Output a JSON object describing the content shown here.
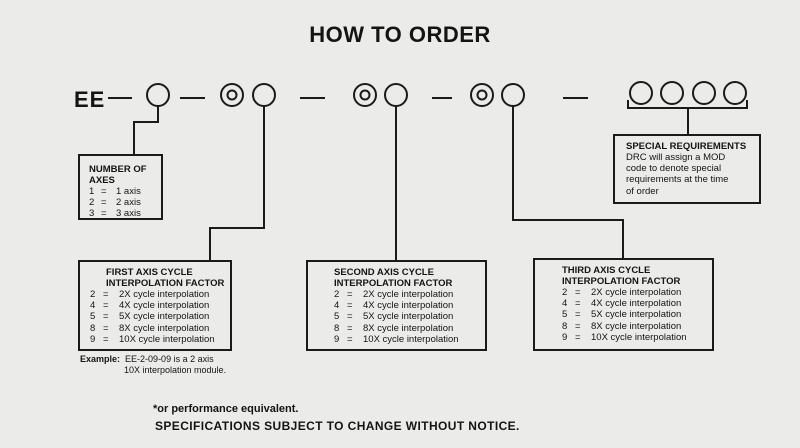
{
  "title": "HOW TO ORDER",
  "code_prefix": "EE",
  "axes_box": {
    "header": "NUMBER OF AXES",
    "options": [
      {
        "code": "1",
        "eq": "=",
        "desc": "1 axis"
      },
      {
        "code": "2",
        "eq": "=",
        "desc": "2 axis"
      },
      {
        "code": "3",
        "eq": "=",
        "desc": "3 axis"
      }
    ]
  },
  "special_box": {
    "header": "SPECIAL REQUIREMENTS",
    "lines": [
      "DRC will assign a MOD",
      "code to denote special",
      "requirements at the time",
      "of order"
    ]
  },
  "axis_boxes": [
    {
      "header_line1": "FIRST AXIS CYCLE",
      "header_line2": "INTERPOLATION FACTOR",
      "options": [
        {
          "code": "2",
          "eq": "=",
          "desc": "2X cycle interpolation"
        },
        {
          "code": "4",
          "eq": "=",
          "desc": "4X cycle interpolation"
        },
        {
          "code": "5",
          "eq": "=",
          "desc": "5X cycle interpolation"
        },
        {
          "code": "8",
          "eq": "=",
          "desc": "8X cycle interpolation"
        },
        {
          "code": "9",
          "eq": "=",
          "desc": "10X cycle interpolation"
        }
      ]
    },
    {
      "header_line1": "SECOND AXIS CYCLE",
      "header_line2": "INTERPOLATION FACTOR",
      "options": [
        {
          "code": "2",
          "eq": "=",
          "desc": "2X cycle interpolation"
        },
        {
          "code": "4",
          "eq": "=",
          "desc": "4X cycle interpolation"
        },
        {
          "code": "5",
          "eq": "=",
          "desc": "5X cycle interpolation"
        },
        {
          "code": "8",
          "eq": "=",
          "desc": "8X cycle interpolation"
        },
        {
          "code": "9",
          "eq": "=",
          "desc": "10X cycle interpolation"
        }
      ]
    },
    {
      "header_line1": "THIRD AXIS CYCLE",
      "header_line2": "INTERPOLATION FACTOR",
      "options": [
        {
          "code": "2",
          "eq": "=",
          "desc": "2X cycle interpolation"
        },
        {
          "code": "4",
          "eq": "=",
          "desc": "4X cycle interpolation"
        },
        {
          "code": "5",
          "eq": "=",
          "desc": "5X cycle interpolation"
        },
        {
          "code": "8",
          "eq": "=",
          "desc": "8X cycle interpolation"
        },
        {
          "code": "9",
          "eq": "=",
          "desc": "10X cycle interpolation"
        }
      ]
    }
  ],
  "example": {
    "label": "Example:",
    "line1": "EE-2-09-09 is a 2 axis",
    "line2": "10X interpolation module."
  },
  "footnote": "*or performance equivalent.",
  "notice": "SPECIFICATIONS SUBJECT TO CHANGE WITHOUT NOTICE."
}
